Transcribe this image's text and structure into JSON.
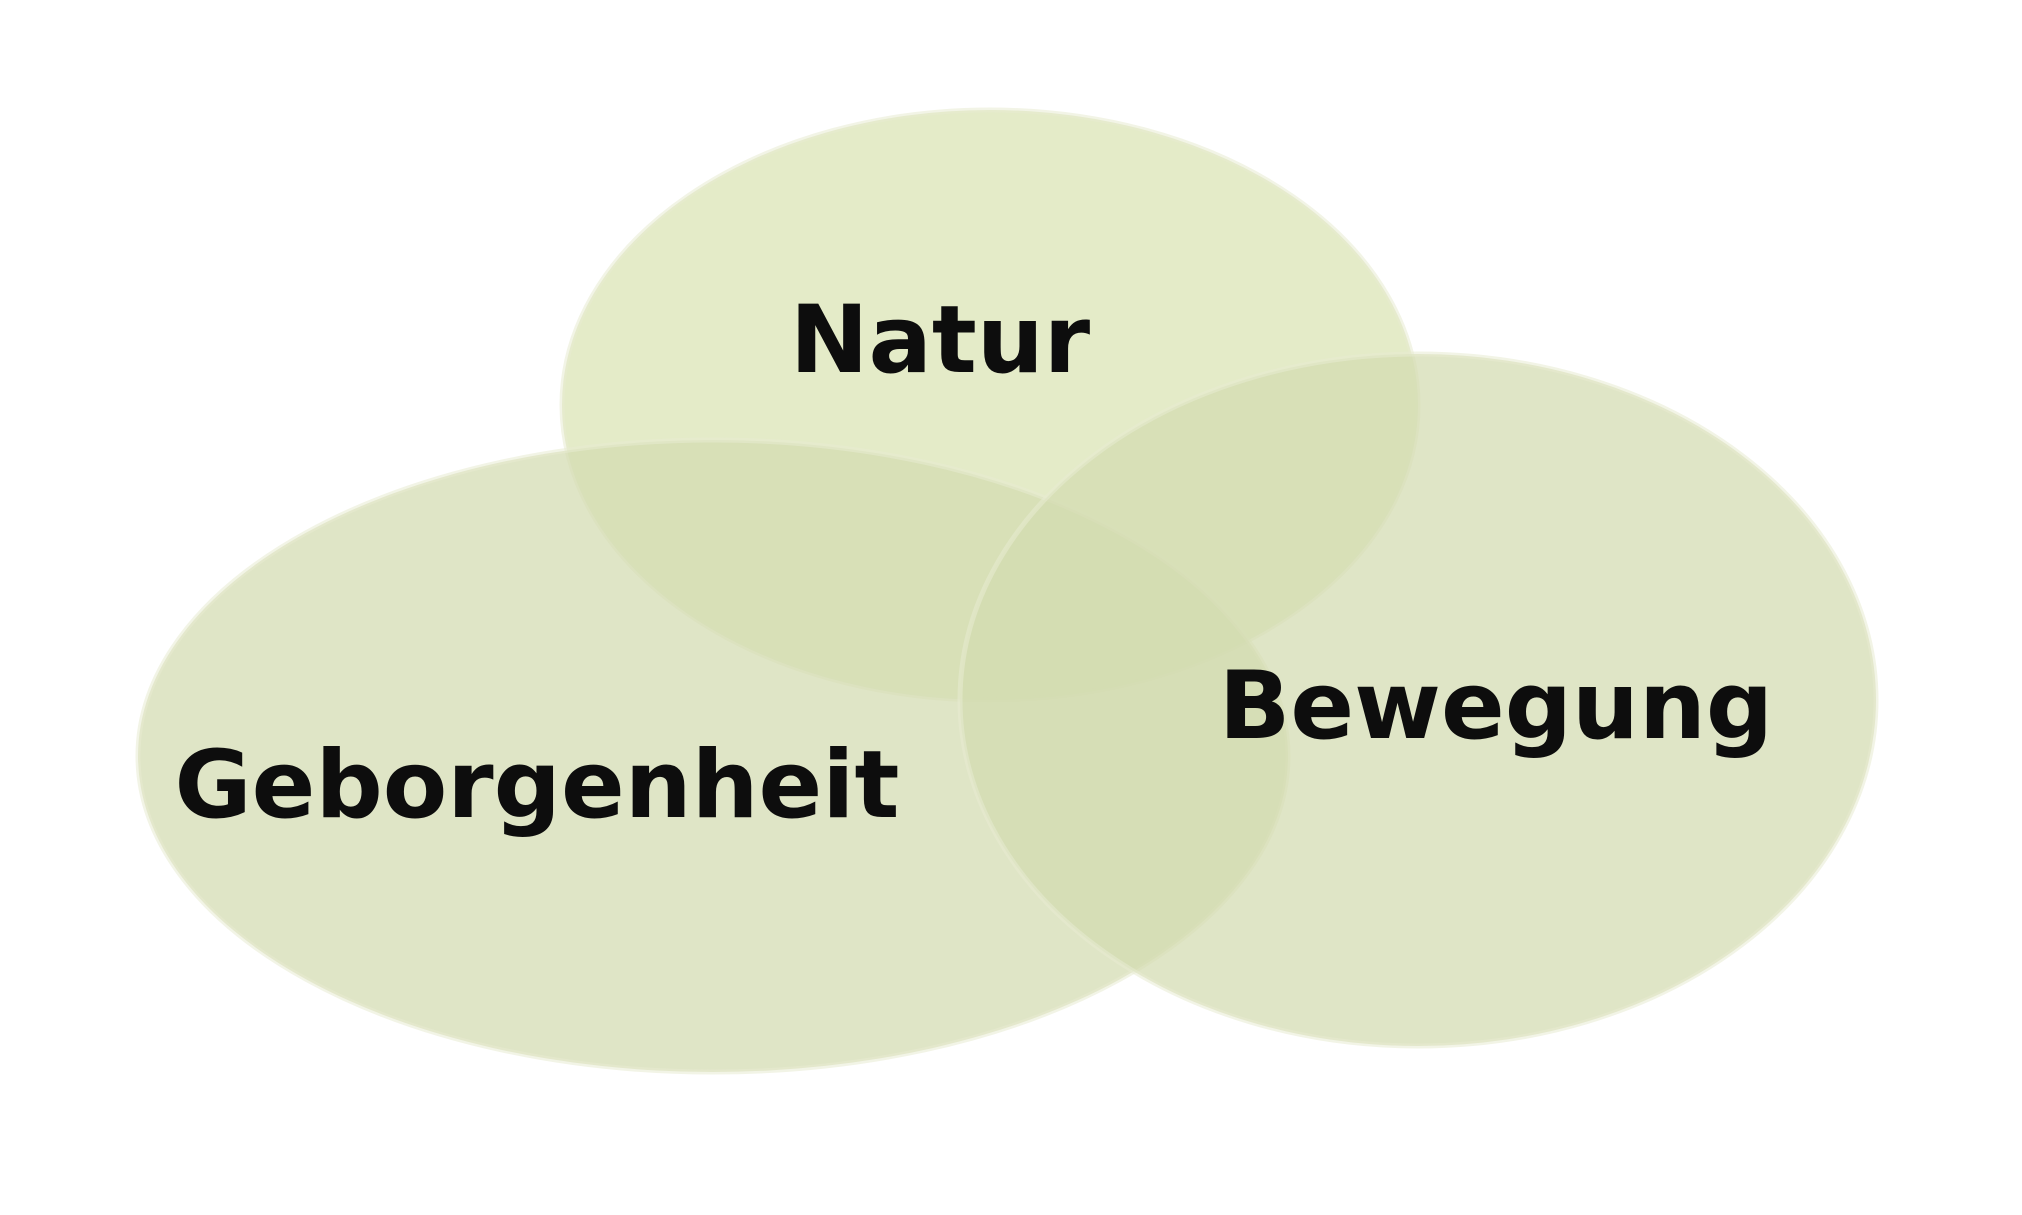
{
  "diagram": {
    "type": "venn",
    "sets": [
      {
        "id": "natur",
        "label": "Natur"
      },
      {
        "id": "geborgenheit",
        "label": "Geborgenheit"
      },
      {
        "id": "bewegung",
        "label": "Bewegung"
      }
    ]
  },
  "colors": {
    "background": "#ffffff",
    "natur_fill": "#dde6b8",
    "geborgenheit_fill": "#d2dbb0",
    "bewegung_fill": "#d2dbb0",
    "outline": "#e7ebd2",
    "label_text": "#0d0d0d"
  }
}
